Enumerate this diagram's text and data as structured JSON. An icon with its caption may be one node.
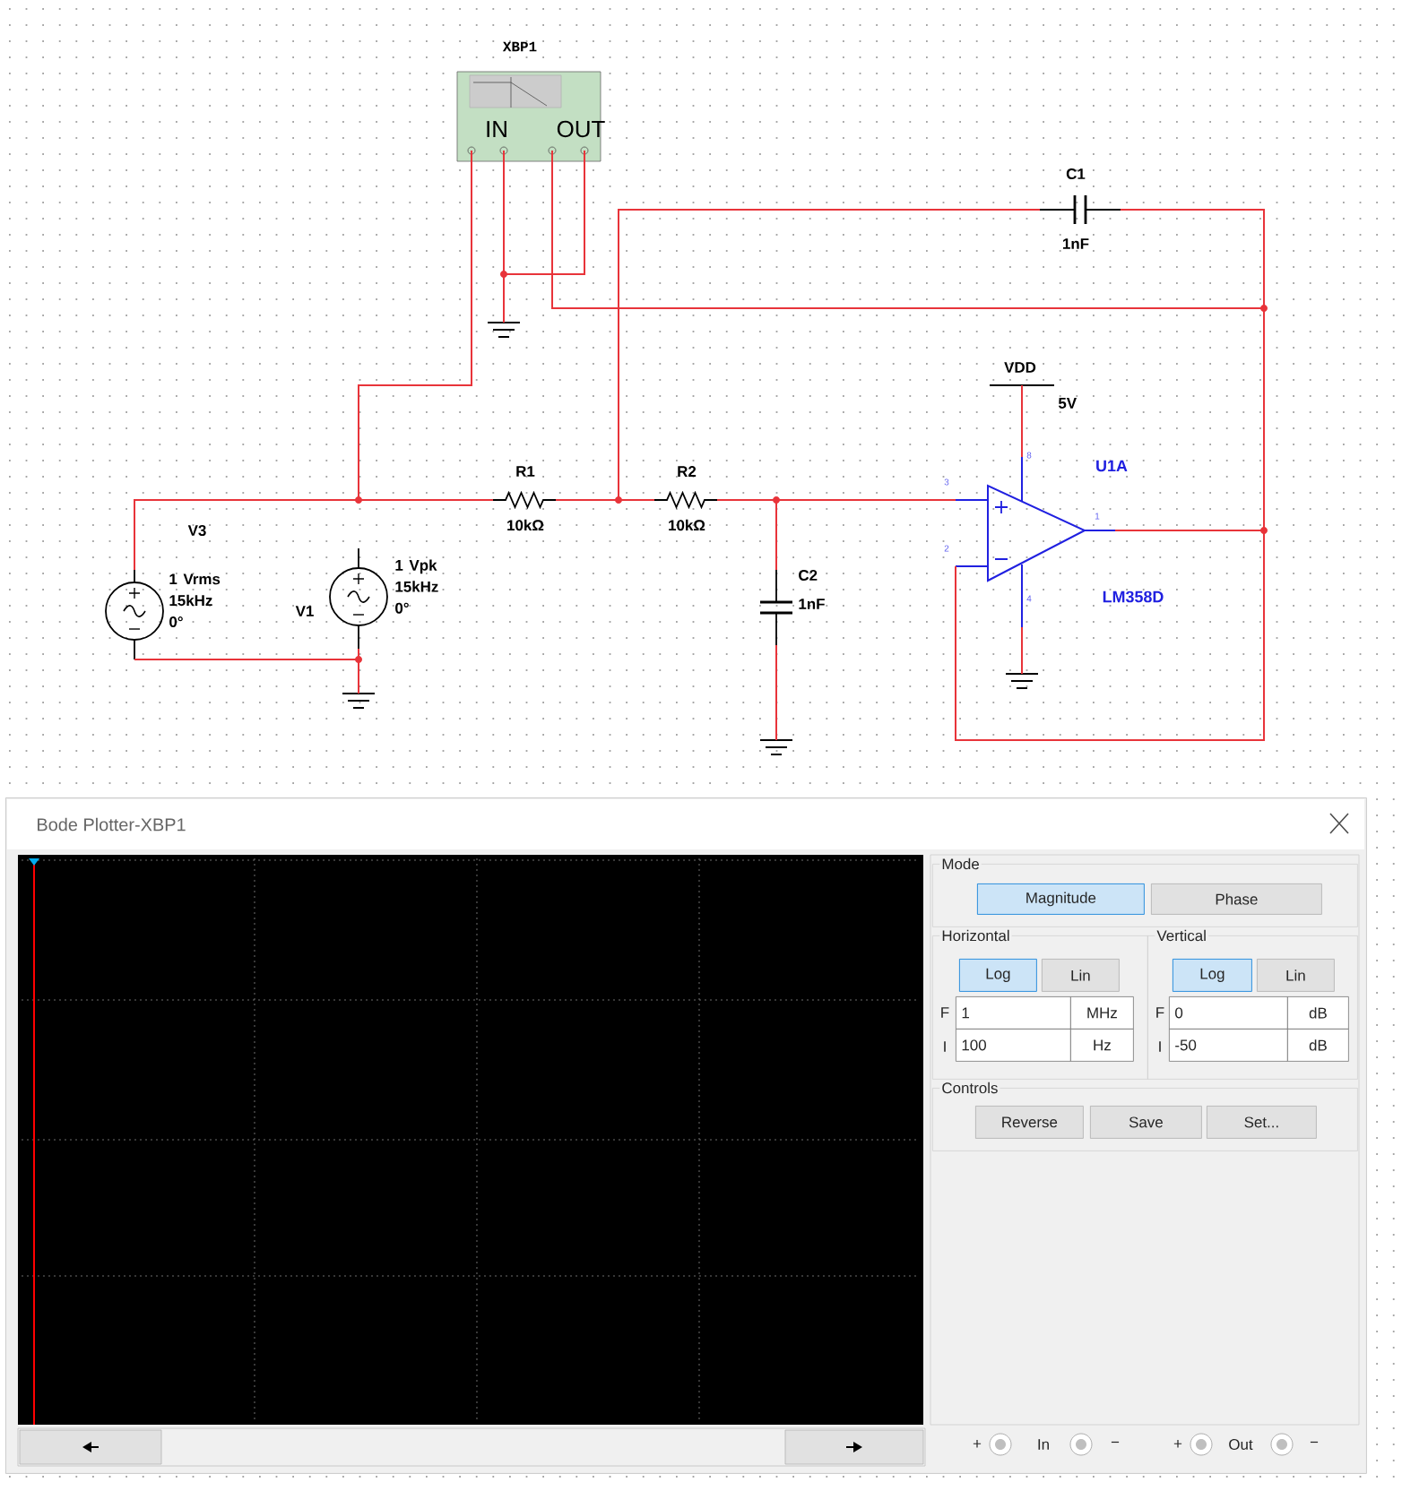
{
  "diagram": {
    "nodes": [
      {
        "text": [
          "XBP1",
          "IN",
          "OUT"
        ]
      },
      {
        "text": [
          "R1",
          "10kΩ"
        ]
      },
      {
        "text": [
          "R2",
          "10kΩ"
        ]
      },
      {
        "text": [
          "C1",
          "1nF"
        ]
      },
      {
        "text": [
          "C2",
          "1nF"
        ]
      },
      {
        "text": [
          "V3",
          "1 Vrms 15kHz 0°"
        ]
      },
      {
        "text": [
          "V1",
          "1 Vpk 15kHz 0°"
        ]
      },
      {
        "text": [
          "U1A",
          "LM358D",
          "1",
          "4"
        ],
        "beside": [
          "3",
          "2",
          "8"
        ]
      },
      {
        "text": [
          "VDD",
          "5V"
        ]
      },
      {
        "text": [],
        "shape": "ground"
      },
      {
        "text": [],
        "shape": "ground"
      },
      {
        "text": [],
        "shape": "ground"
      },
      {
        "text": [],
        "shape": "ground"
      },
      {
        "text": [],
        "shape": "dot"
      },
      {
        "text": [],
        "shape": "dot"
      },
      {
        "text": [],
        "shape": "dot"
      },
      {
        "text": [],
        "shape": "dot"
      },
      {
        "text": [],
        "shape": "dot"
      },
      {
        "text": [],
        "shape": "dot"
      },
      {
        "text": [],
        "shape": "dot"
      },
      {
        "text": [
          "Bode Plotter-XBP1"
        ]
      },
      {
        "text": [
          "Mode"
        ],
        "in": 20
      },
      {
        "text": [
          "Magnitude"
        ],
        "in": 21
      },
      {
        "text": [
          "Phase"
        ],
        "in": 21
      },
      {
        "text": [
          "Horizontal"
        ],
        "in": 20
      },
      {
        "text": [
          "Log"
        ],
        "in": 24
      },
      {
        "text": [
          "Lin"
        ],
        "in": 24
      },
      {
        "text": [
          "1"
        ],
        "in": 24
      },
      {
        "text": [
          "MHz"
        ],
        "in": 24
      },
      {
        "text": [
          "100"
        ],
        "in": 24
      },
      {
        "text": [
          "Hz"
        ],
        "in": 24
      },
      {
        "text": [
          "Vertical"
        ],
        "in": 20
      },
      {
        "text": [
          "Log"
        ],
        "in": 31
      },
      {
        "text": [
          "Lin"
        ],
        "in": 31
      },
      {
        "text": [
          "0"
        ],
        "in": 31
      },
      {
        "text": [
          "dB"
        ],
        "in": 31
      },
      {
        "text": [
          "-50"
        ],
        "in": 31
      },
      {
        "text": [
          "dB"
        ],
        "in": 31
      },
      {
        "text": [
          "Controls"
        ],
        "in": 20
      },
      {
        "text": [
          "Reverse"
        ],
        "in": 38
      },
      {
        "text": [
          "Save"
        ],
        "in": 38
      },
      {
        "text": [
          "Set..."
        ],
        "in": 38
      }
    ],
    "edges": [
      {
        "from": 0,
        "to": 13,
        "arrow": "none"
      },
      {
        "from": 0,
        "to": 13,
        "arrow": "none"
      },
      {
        "from": 13,
        "to": 9,
        "arrow": "none"
      },
      {
        "from": 0,
        "to": 14,
        "arrow": "none"
      },
      {
        "from": 5,
        "to": 14,
        "arrow": "none"
      },
      {
        "from": 14,
        "to": 1,
        "arrow": "none"
      },
      {
        "from": 1,
        "to": 15,
        "arrow": "none"
      },
      {
        "from": 15,
        "to": 2,
        "arrow": "none"
      },
      {
        "from": 15,
        "to": 3,
        "arrow": "none"
      },
      {
        "from": 2,
        "to": 16,
        "arrow": "none"
      },
      {
        "from": 16,
        "to": 7,
        "arrow": "none"
      },
      {
        "from": 16,
        "to": 4,
        "arrow": "none"
      },
      {
        "from": 4,
        "to": 11,
        "arrow": "none"
      },
      {
        "from": 3,
        "to": 17,
        "arrow": "none"
      },
      {
        "from": 0,
        "to": 17,
        "arrow": "none"
      },
      {
        "from": 17,
        "to": 18,
        "arrow": "none"
      },
      {
        "from": 7,
        "to": 18,
        "arrow": "none"
      },
      {
        "from": 18,
        "to": 7,
        "arrow": "none"
      },
      {
        "from": 8,
        "to": 7,
        "arrow": "none"
      },
      {
        "from": 7,
        "to": 12,
        "arrow": "none"
      },
      {
        "from": 5,
        "to": 19,
        "arrow": "none"
      },
      {
        "from": 6,
        "to": 19,
        "arrow": "none"
      },
      {
        "from": 19,
        "to": 10,
        "arrow": "none"
      }
    ],
    "labels": [
      "F",
      "I",
      "F",
      "I",
      "+",
      "In",
      "−",
      "+",
      "Out",
      "−"
    ]
  }
}
